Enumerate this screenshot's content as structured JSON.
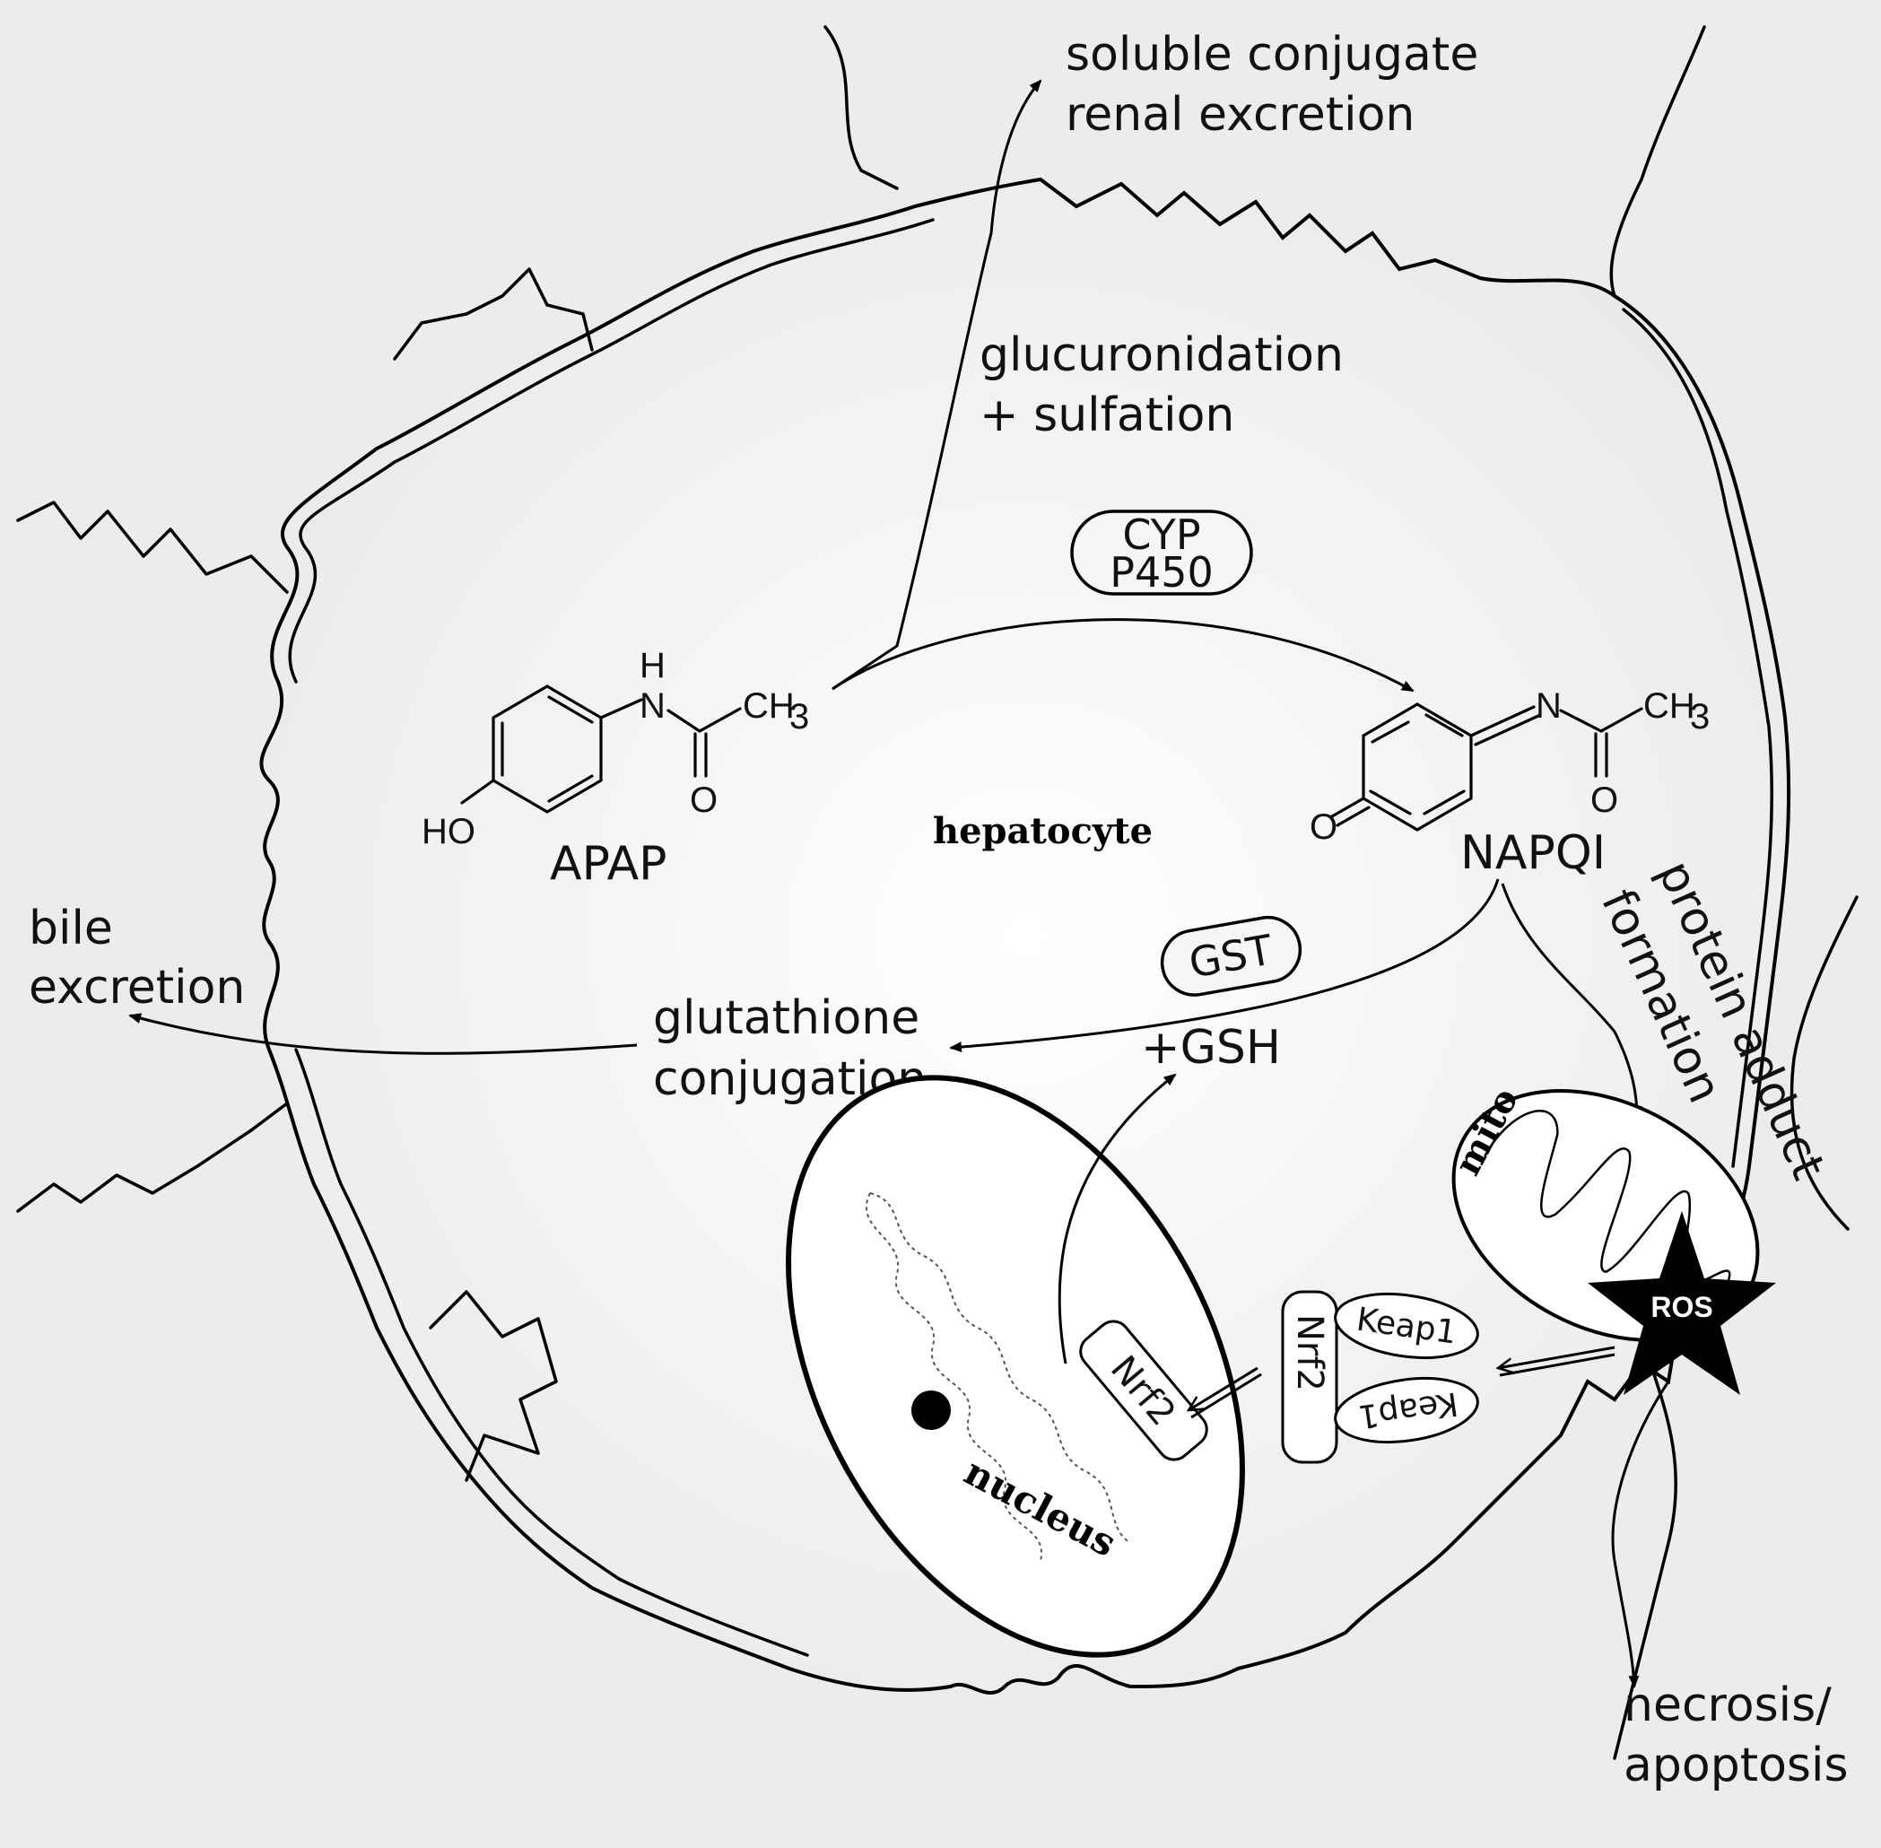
{
  "cell_label": "hepatocyte",
  "compounds": {
    "apap": {
      "name": "APAP",
      "ho": "HO",
      "h": "H",
      "n": "N",
      "ch3": "CH",
      "sub3": "3",
      "o": "O"
    },
    "napqi": {
      "name": "NAPQI",
      "n": "N",
      "ch3": "CH",
      "sub3": "3",
      "o_ring": "O",
      "o_carbonyl": "O"
    }
  },
  "enzymes": {
    "cyp_line1": "CYP",
    "cyp_line2": "P450",
    "gst": "GST"
  },
  "pathways": {
    "conjugation_line1": "glucuronidation",
    "conjugation_line2": "+ sulfation",
    "renal_line1": "soluble conjugate",
    "renal_line2": "renal excretion",
    "gsh": "+GSH",
    "glutathione_line1": "glutathione",
    "glutathione_line2": "conjugation",
    "bile_line1": "bile",
    "bile_line2": "excretion",
    "adduct_line1": "protein adduct",
    "adduct_line2": "formation",
    "death_line1": "necrosis/",
    "death_line2": "apoptosis"
  },
  "organelles": {
    "nucleus": "nucleus",
    "mito": "mito",
    "ros": "ROS"
  },
  "signaling": {
    "nrf2_nuclear": "Nrf2",
    "nrf2_cyto": "Nrf2",
    "keap1_top": "Keap1",
    "keap1_bottom": "Keap1"
  }
}
